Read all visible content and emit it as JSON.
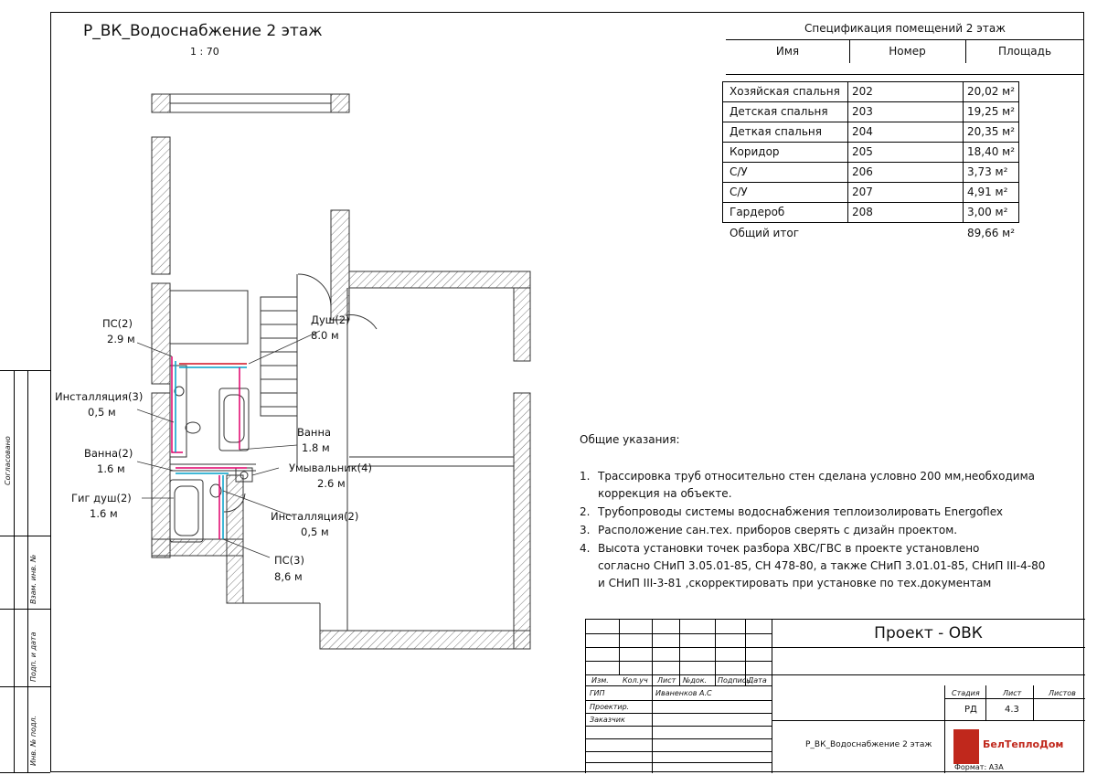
{
  "sheet": {
    "title": "Р_ВК_Водоснабжение 2 этаж",
    "scale": "1 : 70"
  },
  "spec": {
    "title": "Спецификация помещений 2 этаж",
    "col_name": "Имя",
    "col_number": "Номер",
    "col_area": "Площадь",
    "rows": [
      {
        "name": "Хозяйская спальня",
        "number": "202",
        "area": "20,02 м²"
      },
      {
        "name": "Детская спальня",
        "number": "203",
        "area": "19,25 м²"
      },
      {
        "name": "Деткая спальня",
        "number": "204",
        "area": "20,35 м²"
      },
      {
        "name": "Коридор",
        "number": "205",
        "area": "18,40 м²"
      },
      {
        "name": "С/У",
        "number": "206",
        "area": "3,73 м²"
      },
      {
        "name": "С/У",
        "number": "207",
        "area": "4,91 м²"
      },
      {
        "name": "Гардероб",
        "number": "208",
        "area": "3,00 м²"
      }
    ],
    "total_label": "Общий итог",
    "total_area": "89,66 м²"
  },
  "notes": {
    "title": "Общие указания:",
    "items": [
      {
        "num": "1.",
        "line1": "Трассировка труб относительно стен сделана условно 200 мм,необходима",
        "line2": "коррекция на объекте."
      },
      {
        "num": "2.",
        "line1": "Трубопроводы системы водоснабжения теплоизолировать Energoflex",
        "line2": ""
      },
      {
        "num": "3.",
        "line1": "Расположение сан.тех. приборов сверять с дизайн проектом.",
        "line2": ""
      },
      {
        "num": "4.",
        "line1": "Высота установки точек разбора ХВС/ГВС в проекте установлено",
        "line2": "согласно СНиП 3.05.01-85, СН 478-80, а также СНиП 3.01.01-85, СНиП III-4-80",
        "line3": "и СНиП III-3-81 ,скорректировать при установке по тех.документам"
      }
    ]
  },
  "plan_labels": {
    "ps2_a": "ПС(2)",
    "ps2_b": "2.9 м",
    "inst3_a": "Инсталляция(3)",
    "inst3_b": "0,5 м",
    "vanna2_a": "Ванна(2)",
    "vanna2_b": "1.6 м",
    "gig_a": "Гиг душ(2)",
    "gig_b": "1.6 м",
    "dush_a": "Душ(2)",
    "dush_b": "8.0 м",
    "vanna_a": "Ванна",
    "vanna_b": "1.8 м",
    "umyv_a": "Умывальник(4)",
    "umyv_b": "2.6 м",
    "inst2_a": "Инсталляция(2)",
    "inst2_b": "0,5 м",
    "ps3_a": "ПС(3)",
    "ps3_b": "8,6 м"
  },
  "title_block": {
    "project": "Проект - ОВК",
    "h_izm": "Изм.",
    "h_kol": "Кол.уч",
    "h_list": "Лист",
    "h_doc": "№док.",
    "h_sign": "Подпись",
    "h_date": "Дата",
    "gip": "ГИП",
    "gip_name": "Иваненков А.С",
    "proektir": "Проектир.",
    "zakazchik": "Заказчик",
    "stadia_h": "Стадия",
    "list_h": "Лист",
    "listov_h": "Листов",
    "stadia": "РД",
    "list": "4.3",
    "sheet_name": "Р_ВК_Водоснабжение 2 этаж",
    "company": "БелТеплоДом",
    "format": "Формат: А3А"
  },
  "stamp": {
    "soglasovano": "Согласовано",
    "vzam": "Взам. инв. №",
    "podp": "Подп. и дата",
    "inv": "Инв. № подл."
  },
  "colors": {
    "hot": "#e0006a",
    "cold": "#00a0c8",
    "hot2": "#d01020",
    "hatch": "#888888"
  }
}
